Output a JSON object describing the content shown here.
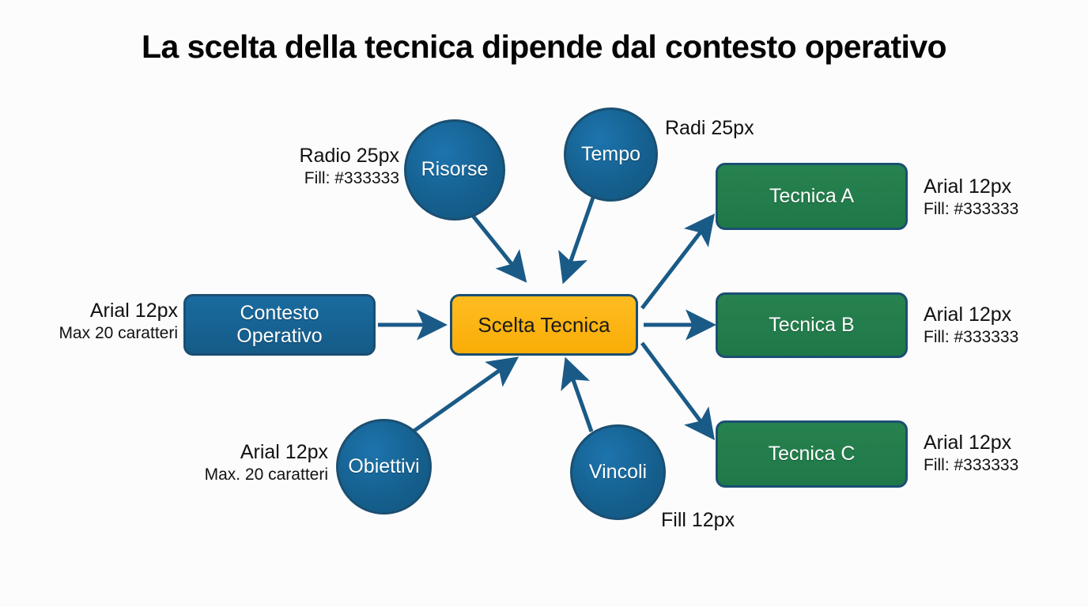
{
  "title": "La scelta della tecnica dipende dal contesto operativo",
  "colors": {
    "background": "#fcfcfc",
    "node_blue": "#15608f",
    "node_green": "#237d4b",
    "node_amber": "#fdb515",
    "node_border": "#1b4f72",
    "edge": "#1a5a87",
    "text_dark": "#111111",
    "text_light": "#ffffff"
  },
  "nodes": {
    "center": {
      "label": "Scelta Tecnica",
      "shape": "rounded-rect",
      "fill": "#fdb515"
    },
    "inputs": [
      {
        "id": "contesto",
        "label": "Contesto\nOperativo",
        "line1": "Contesto",
        "line2": "Operativo",
        "shape": "rounded-rect",
        "fill": "#15608f"
      },
      {
        "id": "risorse",
        "label": "Risorse",
        "shape": "circle",
        "fill": "#15608f"
      },
      {
        "id": "tempo",
        "label": "Tempo",
        "shape": "circle",
        "fill": "#15608f"
      },
      {
        "id": "obiettivi",
        "label": "Obiettivi",
        "shape": "circle",
        "fill": "#15608f"
      },
      {
        "id": "vincoli",
        "label": "Vincoli",
        "shape": "circle",
        "fill": "#15608f"
      }
    ],
    "outputs": [
      {
        "id": "tecnica-a",
        "label": "Tecnica A",
        "shape": "rounded-rect",
        "fill": "#237d4b"
      },
      {
        "id": "tecnica-b",
        "label": "Tecnica B",
        "shape": "rounded-rect",
        "fill": "#237d4b"
      },
      {
        "id": "tecnica-c",
        "label": "Tecnica C",
        "shape": "rounded-rect",
        "fill": "#237d4b"
      }
    ]
  },
  "annotations": [
    {
      "id": "risorse-spec",
      "line1": "Radio 25px",
      "line2": "Fill: #333333"
    },
    {
      "id": "tempo-spec",
      "line1": "Radi 25px",
      "line2": ""
    },
    {
      "id": "contesto-spec",
      "line1": "Arial 12px",
      "line2": "Max 20 caratteri"
    },
    {
      "id": "obiettivi-spec",
      "line1": "Arial 12px",
      "line2": "Max. 20 caratteri"
    },
    {
      "id": "vincoli-spec",
      "line1": "Fill 12px",
      "line2": ""
    },
    {
      "id": "tecnica-a-spec",
      "line1": "Arial 12px",
      "line2": "Fill: #333333"
    },
    {
      "id": "tecnica-b-spec",
      "line1": "Arial 12px",
      "line2": "Fill: #333333"
    },
    {
      "id": "tecnica-c-spec",
      "line1": "Arial 12px",
      "line2": "Fill: #333333"
    }
  ]
}
